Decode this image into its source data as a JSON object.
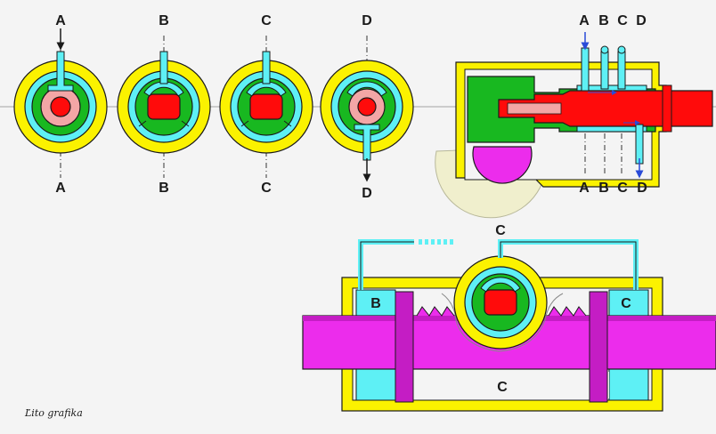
{
  "labels": {
    "a": "A",
    "b": "B",
    "c": "C",
    "d": "D"
  },
  "signature": "Ľito grafika",
  "colors": {
    "yellow": "#fbf200",
    "cyan": "#5ef0f5",
    "green": "#18b820",
    "red": "#ff0b0b",
    "pink": "#f3a6a6",
    "magenta": "#ec2cec",
    "purple": "#c41dc4",
    "cream": "#f0efcd",
    "arrow": "#2a4bd8",
    "outline": "#1a1a1a",
    "background": "#f4f4f4"
  }
}
